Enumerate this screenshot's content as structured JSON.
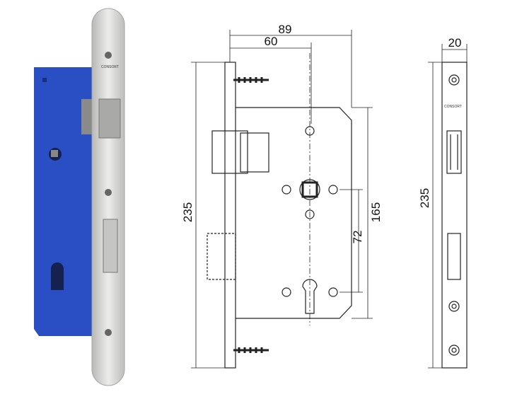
{
  "photo": {
    "logo_text": "CONSORT",
    "body_color": "#2a4fc4",
    "plate_color": "#d6d6d4"
  },
  "front_view": {
    "width_total": "89",
    "backset": "60",
    "height_plate": "235",
    "height_body": "165",
    "center_distance": "72"
  },
  "side_view": {
    "plate_width": "20",
    "height_plate": "235",
    "logo_text": "CONSORT"
  }
}
